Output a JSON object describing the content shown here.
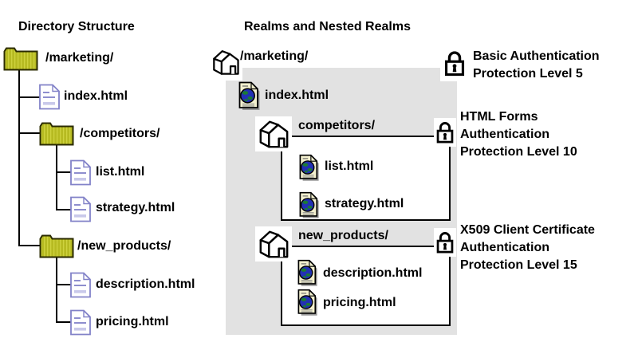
{
  "left": {
    "heading": "Directory Structure",
    "marketing_label": "/marketing/",
    "index_label": "index.html",
    "competitors_label": "/competitors/",
    "list_label": "list.html",
    "strategy_label": "strategy.html",
    "new_products_label": "/new_products/",
    "description_label": "description.html",
    "pricing_label": "pricing.html"
  },
  "right": {
    "heading": "Realms and Nested Realms",
    "marketing_realm_label": "/marketing/",
    "index_label": "index.html",
    "competitors_realm": {
      "label": "competitors/",
      "files": [
        "list.html",
        "strategy.html"
      ]
    },
    "new_products_realm": {
      "label": "new_products/",
      "files": [
        "description.html",
        "pricing.html"
      ]
    },
    "annotations": {
      "basic": {
        "lines": [
          "Basic Authentication",
          "Protection Level 5"
        ]
      },
      "html_forms": {
        "lines": [
          "HTML Forms",
          "Authentication",
          "Protection Level 10"
        ]
      },
      "x509": {
        "lines": [
          "X509 Client Certificate",
          "Authentication",
          "Protection Level 15"
        ]
      }
    }
  },
  "colors": {
    "folder_fill": "#b6ba21",
    "folder_stripe": "#ced23e",
    "realm_background": "#e2e2e2",
    "doc_outline": "#8282c8",
    "html_doc_fill": "#f3f0cf",
    "globe_blue": "#2230b4",
    "globe_green": "#1b7c33",
    "line_color": "#000000"
  }
}
